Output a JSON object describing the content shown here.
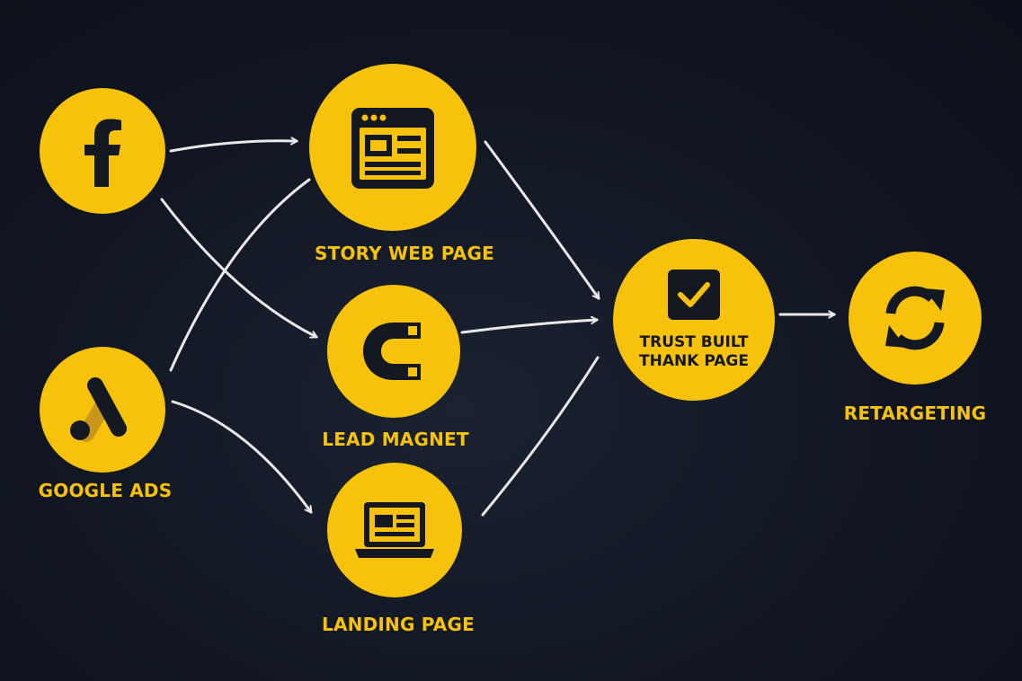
{
  "colors": {
    "background": "#111622",
    "node_fill": "#f7c20b",
    "icon_dark": "#141820",
    "arrow": "#e9e9e9"
  },
  "nodes": {
    "facebook": {
      "label": "",
      "icon": "facebook-f-icon"
    },
    "google_ads": {
      "label": "GOOGLE ADS",
      "icon": "google-ads-icon"
    },
    "story_web_page": {
      "label": "STORY WEB PAGE",
      "icon": "browser-window-icon"
    },
    "lead_magnet": {
      "label": "LEAD MAGNET",
      "icon": "magnet-icon"
    },
    "landing_page": {
      "label": "LANDING PAGE",
      "icon": "laptop-icon"
    },
    "trust_built": {
      "label_line1": "TRUST BUILT",
      "label_line2": "THANK PAGE",
      "icon": "checkbox-icon"
    },
    "retargeting": {
      "label": "RETARGETING",
      "icon": "refresh-cycle-icon"
    }
  },
  "edges": [
    {
      "from": "facebook",
      "to": "story_web_page"
    },
    {
      "from": "facebook",
      "to": "lead_magnet"
    },
    {
      "from": "google_ads",
      "to": "story_web_page"
    },
    {
      "from": "google_ads",
      "to": "landing_page"
    },
    {
      "from": "story_web_page",
      "to": "trust_built"
    },
    {
      "from": "lead_magnet",
      "to": "trust_built"
    },
    {
      "from": "landing_page",
      "to": "trust_built"
    },
    {
      "from": "trust_built",
      "to": "retargeting"
    }
  ]
}
